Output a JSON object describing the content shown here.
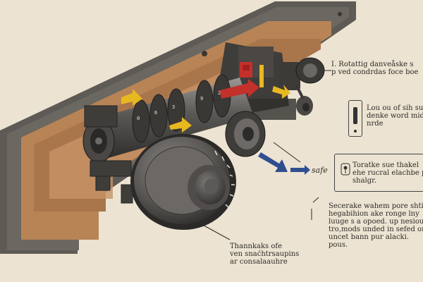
{
  "diagram": {
    "labels": {
      "rotating": {
        "line1": "I.  Rotattig danveåske s",
        "line2": "p   ved condrdas foce boe"
      },
      "lock": {
        "line1": "Lou ou of sih suya",
        "line2": "denke word midig i",
        "line3": "nrde"
      },
      "torque": {
        "line1": "Toratke sue thakel",
        "line2": "ehe rucral elachbe p",
        "line3": "shalgr."
      },
      "secure": {
        "line1": "Secerake wahem pore shti",
        "line2": "hegabihion ake ronge lny",
        "line3": "luuge s a opoed. up nesioul,",
        "line4": "tro,mods unded in sefed or",
        "line5": "uncet bann pur alacki.",
        "line6": "pous."
      },
      "bottom": {
        "line1": "Thannkaks ofe",
        "line2": "ven snaćhtrsaupins",
        "line3": "ar consalaauhre"
      },
      "safe": "safe"
    },
    "accent_colors": {
      "copper": "#b07a4f",
      "red": "#c4302a",
      "blue": "#2f4f8f",
      "yellow": "#e8b820",
      "steel": "#6e6c69"
    },
    "icons": [
      "bolt-icon",
      "key-icon",
      "dial-icon",
      "arrow-icon"
    ]
  }
}
